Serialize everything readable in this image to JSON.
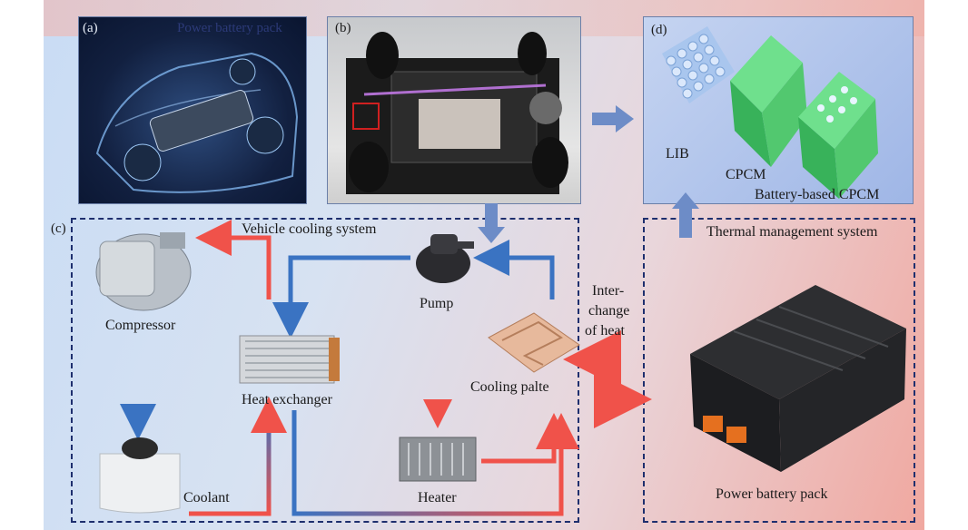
{
  "panels": {
    "a": {
      "letter": "(a)",
      "title": "Power battery pack"
    },
    "b": {
      "letter": "(b)"
    },
    "c": {
      "letter": "(c)",
      "title": "Vehicle cooling system"
    },
    "d": {
      "letter": "(d)",
      "items": [
        "LIB",
        "CPCM",
        "Battery-based CPCM"
      ]
    },
    "tms": {
      "title": "Thermal management system",
      "battery_label": "Power battery pack"
    }
  },
  "components": {
    "compressor": "Compressor",
    "pump": "Pump",
    "heat_exchanger": "Heat exchanger",
    "cooling_plate": "Cooling palte",
    "heater": "Heater",
    "coolant": "Coolant"
  },
  "heat_exchange_text": [
    "Inter-",
    "change",
    "of heat"
  ],
  "colors": {
    "hot": "#f0524a",
    "cold": "#3a73c2",
    "dash": "#1e2f6e",
    "arrow_block": "#6d8cc7"
  }
}
